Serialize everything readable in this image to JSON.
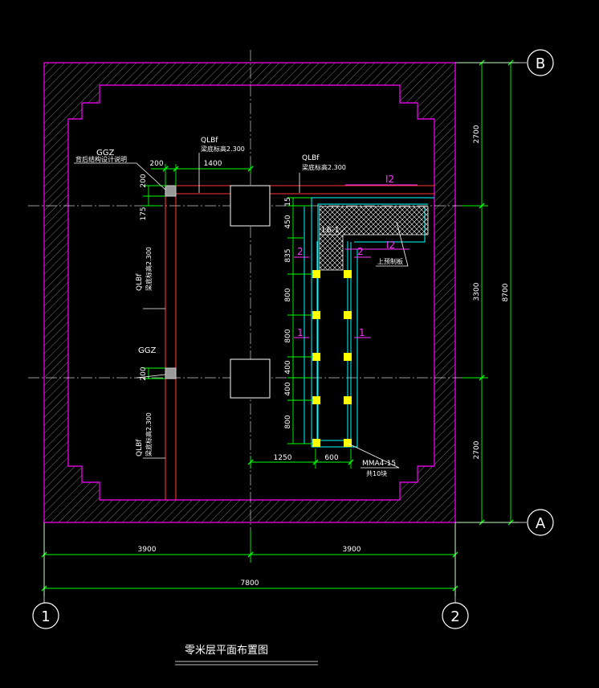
{
  "drawing": {
    "title": "零米层平面布置图",
    "grid_top": "B",
    "grid_bottom": "A",
    "grid_left": "1",
    "grid_right": "2"
  },
  "dimensions": {
    "bottom_left": "3900",
    "bottom_right": "3900",
    "bottom_total": "7800",
    "right_top": "2700",
    "right_mid": "3300",
    "right_bot": "2700",
    "right_total": "8700",
    "top_200": "200",
    "top_1400": "1400",
    "left_200_a": "200",
    "left_175": "175",
    "left_200_b": "200",
    "col_15": "15",
    "col_450": "450",
    "col_835": "835",
    "col_800_a": "800",
    "col_800_b": "800",
    "col_400_a": "400",
    "col_400_b": "400",
    "col_800_c": "800",
    "h_1250": "1250",
    "h_600": "600"
  },
  "labels": {
    "ggz_top": "GGZ",
    "ggz_top_note": "背后结构设计说明",
    "ggz_mid": "GGZ",
    "qlbf_top_1": "QLBf",
    "qlbf_top_1_note": "梁底标高2.300",
    "qlbf_top_2": "QLBf",
    "qlbf_top_2_note": "梁底标高2.300",
    "qlbf_left_1": "QLBf",
    "qlbf_left_1_note": "梁底标高2.300",
    "qlbf_left_2": "QLBf",
    "qlbf_left_2_note": "梁底标高2.300",
    "l6": "L6-1",
    "slab_note": "上预制板",
    "mma": "MMA4-15",
    "mma_note": "共10块",
    "sec_i2_top": "I2",
    "sec_i2_mid": "I2",
    "sec_2_left": "2",
    "sec_2_right": "2",
    "sec_1_left": "1",
    "sec_1_right": "1"
  },
  "colors": {
    "wall": "#ff00ff",
    "beam": "#ff3333",
    "dimension": "#00ff00",
    "cyan": "#00ffff",
    "yellow": "#ffff00",
    "text": "#ffffff",
    "axis": "#ffffff"
  }
}
